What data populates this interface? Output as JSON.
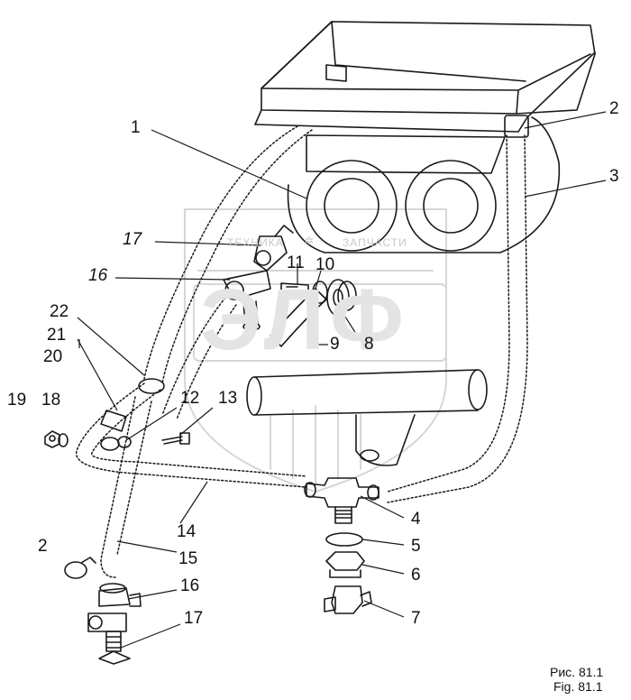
{
  "watermark": {
    "top_left": "ТЕХНИКА",
    "top_right": "ЗАПЧАСТИ",
    "letters": "ЭЛФ"
  },
  "labels": {
    "n1": "1",
    "n2_top": "2",
    "n3": "3",
    "n17_top": "17",
    "n16_top": "16",
    "n11": "11",
    "n10": "10",
    "n9": "9",
    "n8": "8",
    "n22": "22",
    "n21": "21",
    "n20": "20",
    "n19": "19",
    "n18": "18",
    "n12": "12",
    "n13": "13",
    "n4": "4",
    "n5": "5",
    "n6": "6",
    "n7": "7",
    "n14": "14",
    "n15": "15",
    "n2_bottom": "2",
    "n16_bottom": "16",
    "n17_bottom": "17"
  },
  "caption": {
    "ru": "Рис. 81.1",
    "en": "Fig. 81.1"
  }
}
